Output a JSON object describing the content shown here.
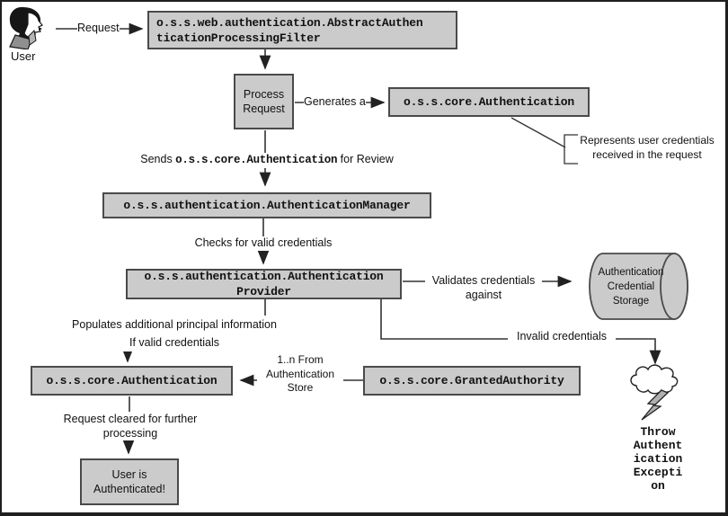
{
  "labels": {
    "user": "User",
    "request": "Request",
    "generates": "Generates a",
    "sends_prefix": "Sends ",
    "sends_code": "o.s.s.core.Authentication",
    "sends_suffix": " for Review",
    "checks": "Checks for valid credentials",
    "validates_line1": "Validates credentials",
    "validates_line2": "against",
    "invalid": "Invalid credentials",
    "populates_line1": "Populates additional principal information",
    "populates_line2": "If valid credentials",
    "from_store_line1": "1..n From",
    "from_store_line2": "Authentication",
    "from_store_line3": "Store",
    "cleared_line1": "Request cleared for further",
    "cleared_line2": "processing",
    "represents_line1": "Represents user credentials",
    "represents_line2": "received in the request"
  },
  "nodes": {
    "filter": {
      "line1": "o.s.s.web.authentication.AbstractAuthen",
      "line2": "ticationProcessingFilter"
    },
    "process": {
      "line1": "Process",
      "line2": "Request"
    },
    "auth_top": {
      "text": "o.s.s.core.Authentication"
    },
    "manager": {
      "text": "o.s.s.authentication.AuthenticationManager"
    },
    "provider": {
      "line1": "o.s.s.authentication.Authentication",
      "line2": "Provider"
    },
    "storage": {
      "line1": "Authentication",
      "line2": "Credential",
      "line3": "Storage"
    },
    "auth_bottom": {
      "text": "o.s.s.core.Authentication"
    },
    "granted": {
      "text": "o.s.s.core.GrantedAuthority"
    },
    "authenticated": {
      "line1": "User is",
      "line2": "Authenticated!"
    },
    "throw_exception": {
      "line1": "Throw",
      "line2": "Authent",
      "line3": "ication",
      "line4": "Excepti",
      "line5": "on"
    }
  },
  "colors": {
    "box_fill": "#cbcbcb",
    "box_border": "#4a4a4a",
    "line": "#333333",
    "background": "#ffffff",
    "frame": "#1f1f1f",
    "text": "#111111"
  }
}
